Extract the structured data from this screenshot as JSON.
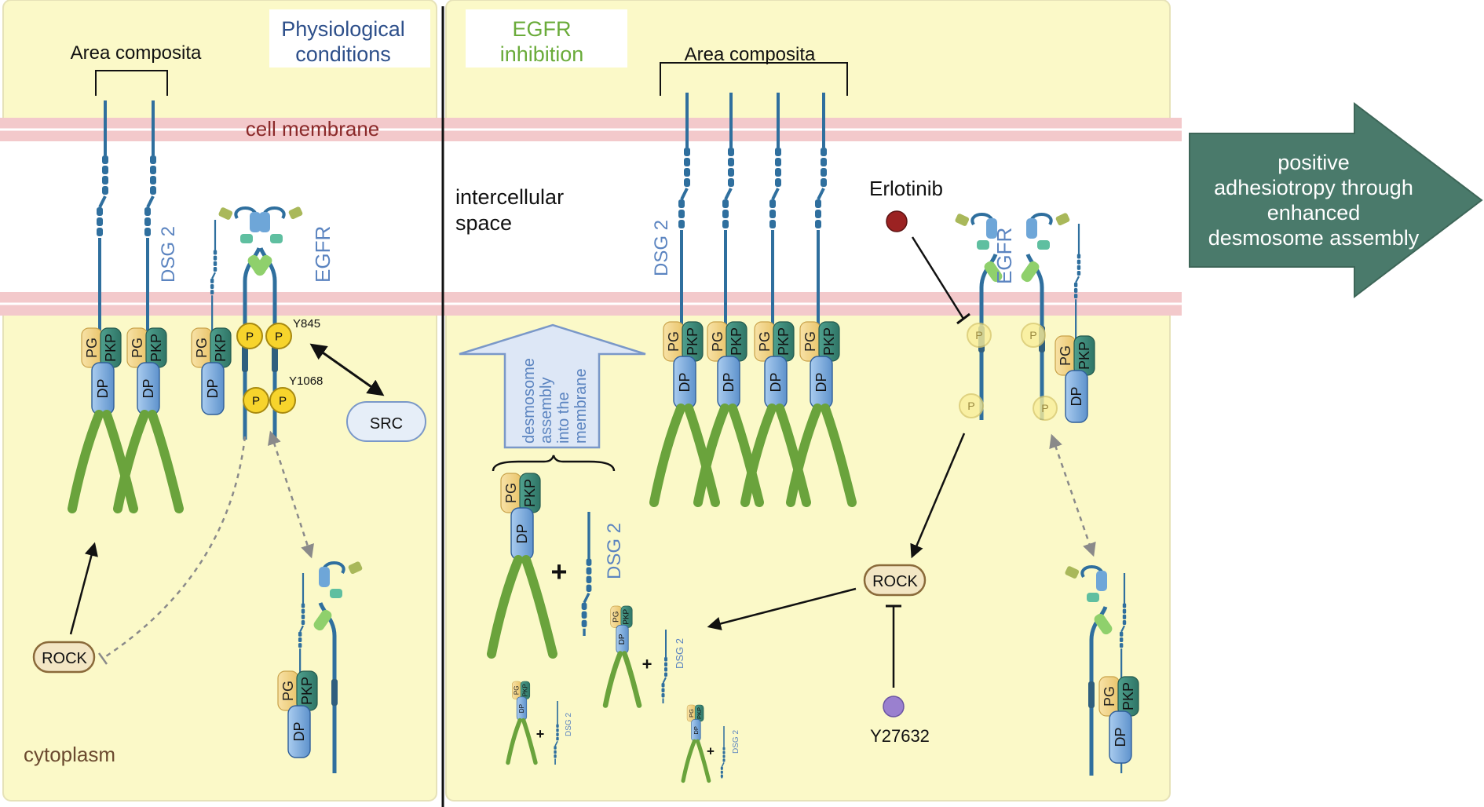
{
  "panel_left": {
    "title_line1": "Physiological",
    "title_line2": "conditions",
    "area_label": "Area composita",
    "dsg2_label": "DSG 2",
    "egfr_label": "EGFR",
    "y845": "Y845",
    "y1068": "Y1068",
    "src": "SRC",
    "rock": "ROCK",
    "cytoplasm": "cytoplasm"
  },
  "membrane_label": "cell membrane",
  "panel_right": {
    "title_line1": "EGFR",
    "title_line2": "inhibition",
    "area_label": "Area composita",
    "intercellular_line1": "intercellular",
    "intercellular_line2": "space",
    "dsg2_label": "DSG 2",
    "egfr_label": "EGFR",
    "erlotinib": "Erlotinib",
    "rock": "ROCK",
    "y27632": "Y27632",
    "assembly_line1": "desmosome",
    "assembly_line2": "assembly",
    "assembly_line3": "into the",
    "assembly_line4": "membrane"
  },
  "proteins": {
    "pg": "PG",
    "pkp": "PKP",
    "dp": "DP",
    "p": "P",
    "plus": "+"
  },
  "result": {
    "line1": "positive",
    "line2": "adhesiotropy through",
    "line3": "enhanced",
    "line4": "desmosome assembly"
  },
  "colors": {
    "panel_bg": "#fbf9c8",
    "membrane": "#f3c9cb",
    "dsg_blue": "#2f6f9e",
    "egfr_blue": "#6a9fd4",
    "cadherin_green": "#6aa33c",
    "pg_yellow": "#f5d88c",
    "pkp_teal": "#3f8f7e",
    "dp_blue": "#7eaee0",
    "phospho_yellow": "#f7d42c",
    "result_arrow": "#4a7a6b",
    "title_blue": "#2d4f8a",
    "title_green": "#6aab3a",
    "membrane_text": "#8b2a2a",
    "rock_fill": "#f3e6c4"
  }
}
